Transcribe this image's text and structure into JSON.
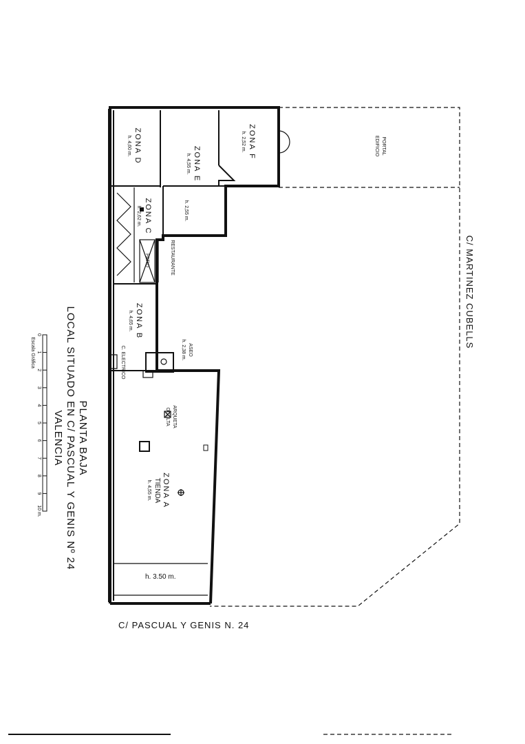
{
  "streets": {
    "pascual": "C/ PASCUAL Y GENIS N. 24",
    "martinez": "C/ MARTINEZ CUBELLS"
  },
  "title_block": {
    "line1": "PLANTA BAJA",
    "line2": "LOCAL SITUADO EN C/ PASCUAL Y GENIS Nº 24",
    "line3": "VALENCIA"
  },
  "scale_bar": {
    "caption": "Escala Gráfica",
    "ticks": [
      "0",
      "1",
      "2",
      "3",
      "4",
      "5",
      "6",
      "7",
      "8",
      "9",
      "10 m."
    ]
  },
  "rooms": {
    "zona_a": {
      "name": "ZONA A",
      "use": "TIENDA",
      "height": "h. 4,55 m."
    },
    "zona_a_front": {
      "height": "h. 3.50 m."
    },
    "zona_b": {
      "name": "ZONA B",
      "height": "h. 4,65 m."
    },
    "zona_c": {
      "name": "ZONA C",
      "height": "h. 2,62 m."
    },
    "zona_d": {
      "name": "ZONA D",
      "height": "h. 4,60 m."
    },
    "zona_e": {
      "name": "ZONA E",
      "height": "h. 4,55 m."
    },
    "zona_e_lower": {
      "height": "h. 2,55 m."
    },
    "zona_f": {
      "name": "ZONA F",
      "height": "h. 2,52 m."
    },
    "portal": {
      "line1": "PORTAL",
      "line2": "EDIFICIO"
    },
    "aseo": {
      "name": "ASEO",
      "height": "h. 2,38 m."
    },
    "restaurante": {
      "name": "RESTAURANTE"
    },
    "patio": {
      "name": "PATIO"
    },
    "arqueta": {
      "line1": "ARQUETA",
      "line2": "OCULTA"
    },
    "cuadro": {
      "name": "C. ELECTRICO"
    }
  }
}
